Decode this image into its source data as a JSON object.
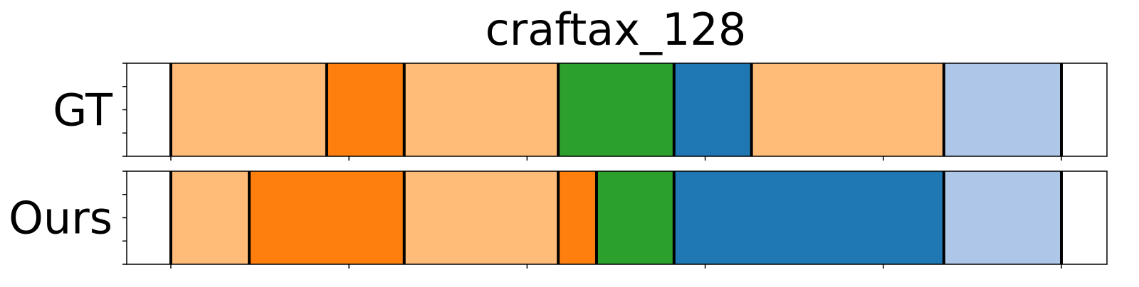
{
  "chart_data": {
    "type": "segmentation",
    "title": "craftax_128",
    "xlim": [
      0,
      128
    ],
    "x_ticks": [
      0,
      20,
      40,
      60,
      80,
      100
    ],
    "y_ticks": [
      0,
      0.25,
      0.5,
      0.75,
      1.0
    ],
    "rows": [
      {
        "label": "GT",
        "segments": [
          {
            "start": 0,
            "end": 17.5,
            "color": "#ffbb78"
          },
          {
            "start": 17.5,
            "end": 26.2,
            "color": "#ff7f0e"
          },
          {
            "start": 26.2,
            "end": 43.5,
            "color": "#ffbb78"
          },
          {
            "start": 43.5,
            "end": 56.5,
            "color": "#2ca02c"
          },
          {
            "start": 56.5,
            "end": 65.2,
            "color": "#1f77b4"
          },
          {
            "start": 65.2,
            "end": 86.8,
            "color": "#ffbb78"
          },
          {
            "start": 86.8,
            "end": 100,
            "color": "#aec7e8"
          }
        ],
        "boundaries": [
          0,
          17.5,
          26.2,
          43.5,
          56.5,
          65.2,
          86.8,
          100
        ]
      },
      {
        "label": "Ours",
        "segments": [
          {
            "start": 0,
            "end": 8.8,
            "color": "#ffbb78"
          },
          {
            "start": 8.8,
            "end": 26.2,
            "color": "#ff7f0e"
          },
          {
            "start": 26.2,
            "end": 43.5,
            "color": "#ffbb78"
          },
          {
            "start": 43.5,
            "end": 47.8,
            "color": "#ff7f0e"
          },
          {
            "start": 47.8,
            "end": 56.5,
            "color": "#2ca02c"
          },
          {
            "start": 56.5,
            "end": 86.8,
            "color": "#1f77b4"
          },
          {
            "start": 86.8,
            "end": 100,
            "color": "#aec7e8"
          }
        ],
        "boundaries": [
          0,
          8.8,
          26.2,
          43.5,
          47.8,
          56.5,
          86.8,
          100
        ]
      }
    ]
  }
}
